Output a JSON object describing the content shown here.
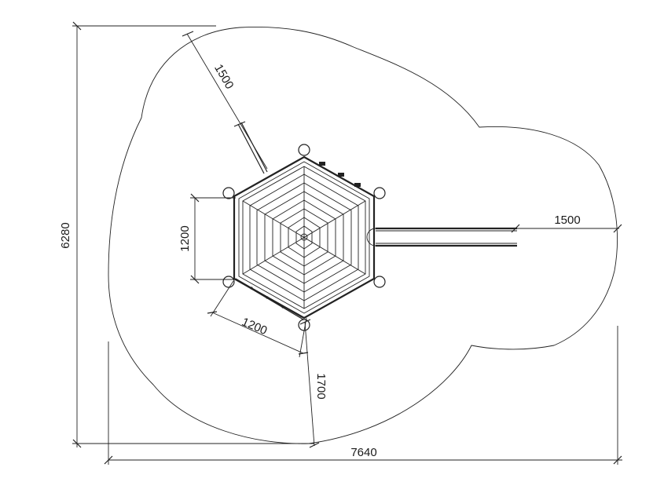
{
  "drawing": {
    "dimensions": {
      "total_height": "6280",
      "total_width": "7640",
      "clearance_top_left": "1500",
      "clearance_right": "1500",
      "clearance_bottom": "1700",
      "side_left": "1200",
      "side_bottom": "1200"
    }
  }
}
